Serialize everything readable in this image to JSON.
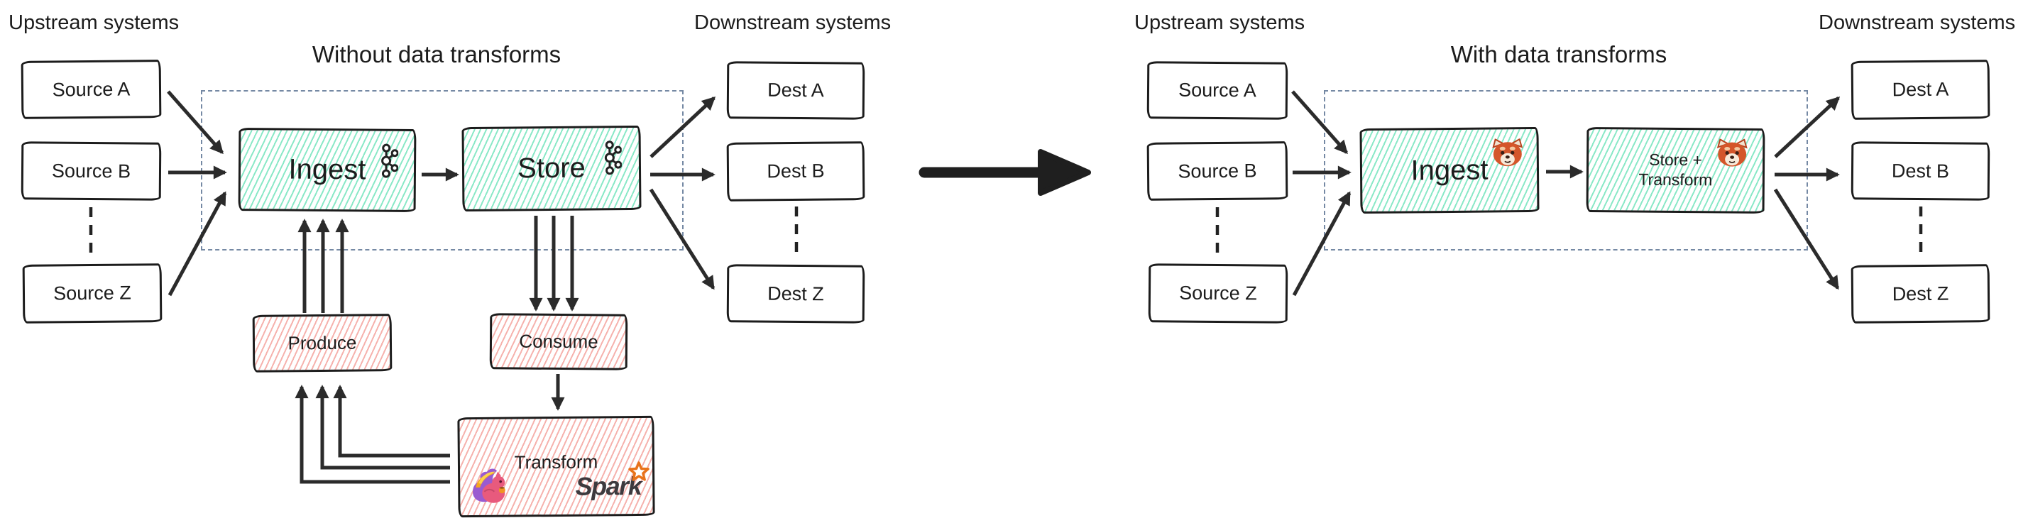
{
  "left": {
    "title": "Without data transforms",
    "upstream_label": "Upstream systems",
    "downstream_label": "Downstream systems",
    "sources": [
      "Source A",
      "Source B",
      "Source Z"
    ],
    "destinations": [
      "Dest A",
      "Dest B",
      "Dest Z"
    ],
    "ingest_label": "Ingest",
    "store_label": "Store",
    "produce_label": "Produce",
    "consume_label": "Consume",
    "transform_label": "Transform",
    "spark_label": "Spark"
  },
  "right": {
    "title": "With data transforms",
    "upstream_label": "Upstream systems",
    "downstream_label": "Downstream systems",
    "sources": [
      "Source A",
      "Source B",
      "Source Z"
    ],
    "destinations": [
      "Dest A",
      "Dest B",
      "Dest Z"
    ],
    "ingest_label": "Ingest",
    "store_transform_label": "Store +\nTransform"
  },
  "icons": {
    "ingest_left": "kafka-logo",
    "store_left": "kafka-logo",
    "transform_left": "flink-squirrel-logo",
    "transform_right_logo": "spark-logo",
    "ingest_right": "red-panda-emoji",
    "store_right": "red-panda-emoji"
  },
  "colors": {
    "teal_hatch": "#8AE8C7",
    "pink_hatch": "#F6B2AD",
    "box_border": "#1C1C1C",
    "arrow": "#2B2B2B",
    "dashed_region": "#7589A4",
    "spark_orange": "#E8731A",
    "text": "#1C1C1C"
  }
}
